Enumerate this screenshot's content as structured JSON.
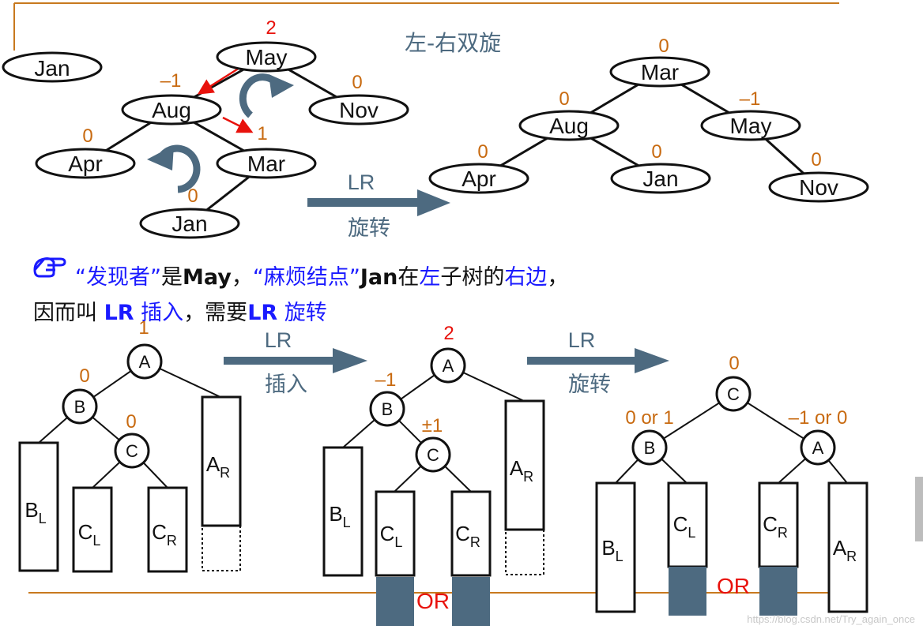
{
  "top": {
    "title": "左-右双旋",
    "before": {
      "floating_node": "Jan",
      "nodes": [
        {
          "id": "May",
          "label": "May",
          "bf": "2",
          "bf_color": "#e8120c"
        },
        {
          "id": "Aug",
          "label": "Aug",
          "bf": "–1",
          "bf_color": "#c86a10"
        },
        {
          "id": "Nov",
          "label": "Nov",
          "bf": "0",
          "bf_color": "#c86a10"
        },
        {
          "id": "Apr",
          "label": "Apr",
          "bf": "0",
          "bf_color": "#c86a10"
        },
        {
          "id": "Mar",
          "label": "Mar",
          "bf": "1",
          "bf_color": "#c86a10"
        },
        {
          "id": "Jan",
          "label": "Jan",
          "bf": "0",
          "bf_color": "#c86a10"
        }
      ]
    },
    "arrow": {
      "line1": "LR",
      "line2": "旋转"
    },
    "after": {
      "nodes": [
        {
          "id": "Mar",
          "label": "Mar",
          "bf": "0"
        },
        {
          "id": "Aug",
          "label": "Aug",
          "bf": "0"
        },
        {
          "id": "May",
          "label": "May",
          "bf": "–1"
        },
        {
          "id": "Apr",
          "label": "Apr",
          "bf": "0"
        },
        {
          "id": "Jan",
          "label": "Jan",
          "bf": "0"
        },
        {
          "id": "Nov",
          "label": "Nov",
          "bf": "0"
        }
      ]
    }
  },
  "explanation": {
    "line1": [
      {
        "t": "“发现者”",
        "cls": "blue"
      },
      {
        "t": "是",
        "cls": ""
      },
      {
        "t": "May",
        "cls": "bold"
      },
      {
        "t": "，",
        "cls": ""
      },
      {
        "t": "“麻烦结点”",
        "cls": "blue"
      },
      {
        "t": "Jan",
        "cls": "bold"
      },
      {
        "t": "在",
        "cls": ""
      },
      {
        "t": "左",
        "cls": "blue"
      },
      {
        "t": "子树的",
        "cls": ""
      },
      {
        "t": "右边",
        "cls": "blue"
      },
      {
        "t": "，",
        "cls": ""
      }
    ],
    "line2": [
      {
        "t": "因而叫 ",
        "cls": ""
      },
      {
        "t": "LR",
        "cls": "blue bold"
      },
      {
        "t": " 插入",
        "cls": "blue"
      },
      {
        "t": "，需要",
        "cls": ""
      },
      {
        "t": "LR",
        "cls": "blue bold"
      },
      {
        "t": " 旋转",
        "cls": "blue"
      }
    ]
  },
  "bottom": {
    "arrow1": {
      "line1": "LR",
      "line2": "插入"
    },
    "arrow2": {
      "line1": "LR",
      "line2": "旋转"
    },
    "or_label": "OR",
    "diagram1": {
      "nodes": [
        {
          "label": "A",
          "bf": "1"
        },
        {
          "label": "B",
          "bf": "0"
        },
        {
          "label": "C",
          "bf": "0"
        }
      ],
      "subtrees": [
        {
          "main": "B",
          "sub": "L"
        },
        {
          "main": "C",
          "sub": "L"
        },
        {
          "main": "C",
          "sub": "R"
        },
        {
          "main": "A",
          "sub": "R"
        }
      ]
    },
    "diagram2": {
      "nodes": [
        {
          "label": "A",
          "bf": "2"
        },
        {
          "label": "B",
          "bf": "–1"
        },
        {
          "label": "C",
          "bf": "±1"
        }
      ],
      "subtrees": [
        {
          "main": "B",
          "sub": "L"
        },
        {
          "main": "C",
          "sub": "L"
        },
        {
          "main": "C",
          "sub": "R"
        },
        {
          "main": "A",
          "sub": "R"
        }
      ]
    },
    "diagram3": {
      "nodes": [
        {
          "label": "C",
          "bf": "0"
        },
        {
          "label": "B",
          "bf": "0 or 1"
        },
        {
          "label": "A",
          "bf": "–1 or 0"
        }
      ],
      "subtrees": [
        {
          "main": "B",
          "sub": "L"
        },
        {
          "main": "C",
          "sub": "L"
        },
        {
          "main": "C",
          "sub": "R"
        },
        {
          "main": "A",
          "sub": "R"
        }
      ]
    }
  },
  "watermark": "https://blog.csdn.net/Try_again_once",
  "colors": {
    "rule": "#c8791e",
    "bf": "#c86a10",
    "bf_red": "#e8120c",
    "arrow": "#4d6a80",
    "rotate": "#4d6a80",
    "fill": "#4d6a80",
    "title": "#4d6a80"
  }
}
